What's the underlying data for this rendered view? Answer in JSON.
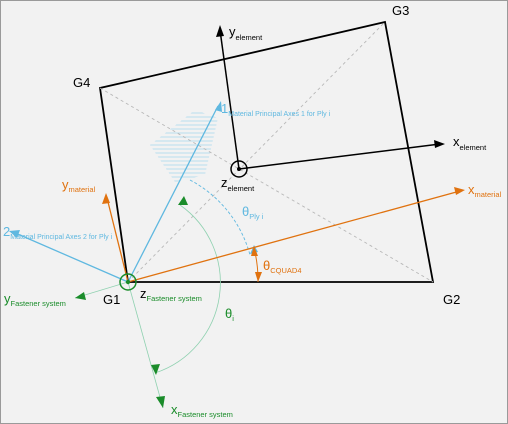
{
  "colors": {
    "background": "#f2f2f2",
    "element_frame": "#000000",
    "element_axes": "#000000",
    "diagonal": "#b8b8b8",
    "material": "#e0720f",
    "principal_axes": "#5fb8e0",
    "fastener": "#1a8c2a",
    "fastener_light": "#8fd1b0",
    "hatch": "#a9d8ef"
  },
  "grid_points": {
    "g1": "G1",
    "g2": "G2",
    "g3": "G3",
    "g4": "G4"
  },
  "element_axes": {
    "x_main": "x",
    "x_sub": "element",
    "y_main": "y",
    "y_sub": "element",
    "z_main": "z",
    "z_sub": "element"
  },
  "material_axes": {
    "x_main": "x",
    "x_sub": "material",
    "y_main": "y",
    "y_sub": "material"
  },
  "principal_axes": {
    "axis1_main": "1",
    "axis1_sub": "Material Principal Axes 1 for Ply i",
    "axis2_main": "2",
    "axis2_sub": "Material Principal Axes 2 for Ply i"
  },
  "fastener_axes": {
    "x_main": "x",
    "x_sub": "Fastener system",
    "y_main": "y",
    "y_sub": "Fastener system",
    "z_main": "z",
    "z_sub": "Fastener system"
  },
  "angles": {
    "theta_ply_main": "θ",
    "theta_ply_sub": "Ply i",
    "theta_cquad4_main": "θ",
    "theta_cquad4_sub": "CQUAD4",
    "theta_i_main": "θ",
    "theta_i_sub": "i"
  }
}
